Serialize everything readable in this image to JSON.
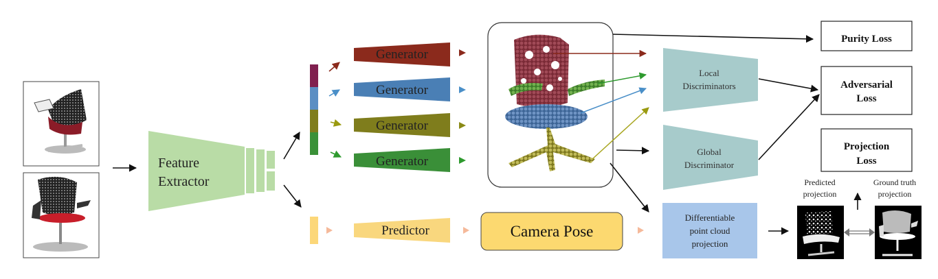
{
  "feature_extractor": {
    "line1": "Feature",
    "line2": "Extractor"
  },
  "generators": [
    {
      "label": "Generator",
      "color": "#8b2a1c"
    },
    {
      "label": "Generator",
      "color": "#4a7fb5"
    },
    {
      "label": "Generator",
      "color": "#7f7d1c"
    },
    {
      "label": "Generator",
      "color": "#3a8f38"
    }
  ],
  "predictor": {
    "label": "Predictor",
    "color": "#f9d77e"
  },
  "camera_pose": {
    "label": "Camera Pose",
    "color": "#fcd970"
  },
  "local_disc": {
    "line1": "Local",
    "line2": "Discriminators"
  },
  "global_disc": {
    "line1": "Global",
    "line2": "Discriminator"
  },
  "projection_box": {
    "line1": "Differentiable",
    "line2": "point cloud",
    "line3": "projection"
  },
  "losses": {
    "purity": "Purity Loss",
    "adversarial_line1": "Adversarial",
    "adversarial_line2": "Loss",
    "projection_line1": "Projection",
    "projection_line2": "Loss"
  },
  "captions": {
    "predicted_line1": "Predicted",
    "predicted_line2": "projection",
    "gt_line1": "Ground truth",
    "gt_line2": "projection"
  },
  "colors": {
    "feature_extractor": "#b9dca6",
    "discriminator": "#a7cbcb",
    "projection_box": "#a8c6ea",
    "latent_purple": "#80204f",
    "chair_red": "#8b3340",
    "chair_blue": "#5a7fb0",
    "chair_green": "#5b9a3a",
    "chair_olive": "#a9a347"
  }
}
